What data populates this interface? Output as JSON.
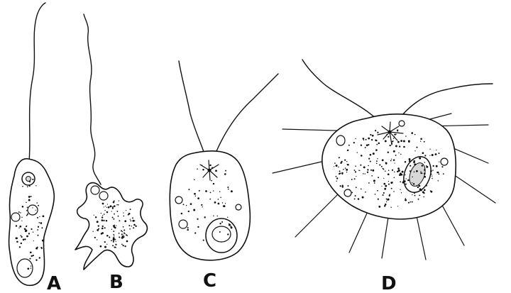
{
  "figure": {
    "panels": [
      {
        "id": "A",
        "label": "A"
      },
      {
        "id": "B",
        "label": "B"
      },
      {
        "id": "C",
        "label": "C"
      },
      {
        "id": "D",
        "label": "D"
      }
    ]
  },
  "colors": {
    "ink": "#111111",
    "background": "#ffffff"
  }
}
